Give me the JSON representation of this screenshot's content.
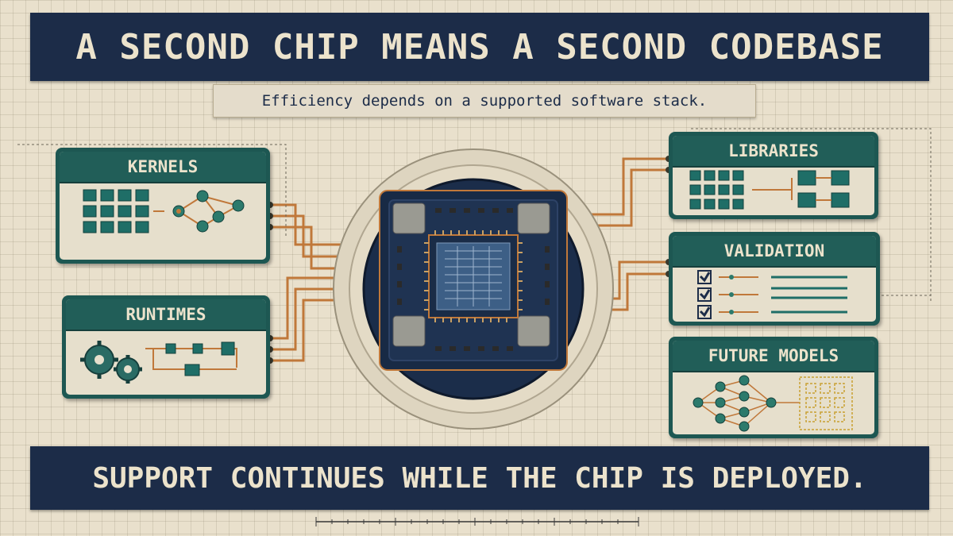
{
  "title": "A SECOND CHIP MEANS A SECOND CODEBASE",
  "subtitle": "Efficiency depends on a supported software stack.",
  "footer": "SUPPORT CONTINUES WHILE THE CHIP IS DEPLOYED.",
  "cards": {
    "kernels": "KERNELS",
    "runtimes": "RUNTIMES",
    "libraries": "LIBRARIES",
    "validation": "VALIDATION",
    "future_models": "FUTURE MODELS"
  },
  "colors": {
    "navy": "#1c2c48",
    "teal": "#1d5752",
    "copper": "#c0783a",
    "paper": "#e9e0cc"
  }
}
